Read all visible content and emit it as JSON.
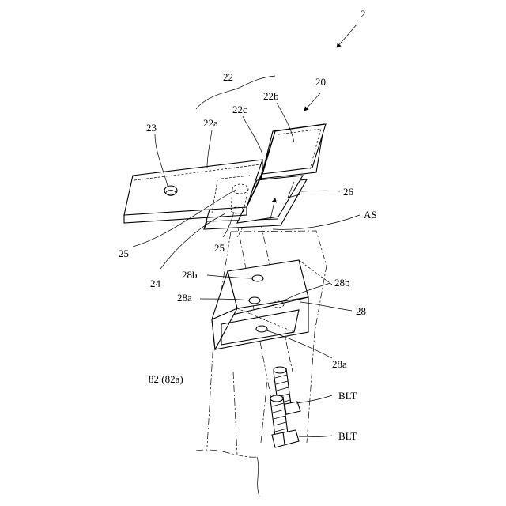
{
  "labels": {
    "fig_ref": "2",
    "assembly": "20",
    "plate": "22",
    "plate_a": "22a",
    "plate_b": "22b",
    "plate_c": "22c",
    "hole": "23",
    "pin": "24",
    "bore_left": "25",
    "bore_right": "25",
    "lip": "26",
    "space": "AS",
    "block": "28",
    "hole_top": "28b",
    "hole_top_right": "28b",
    "hole_mid": "28a",
    "hole_low": "28a",
    "member": "82 (82a)",
    "bolt_upper": "BLT",
    "bolt_lower": "BLT"
  }
}
